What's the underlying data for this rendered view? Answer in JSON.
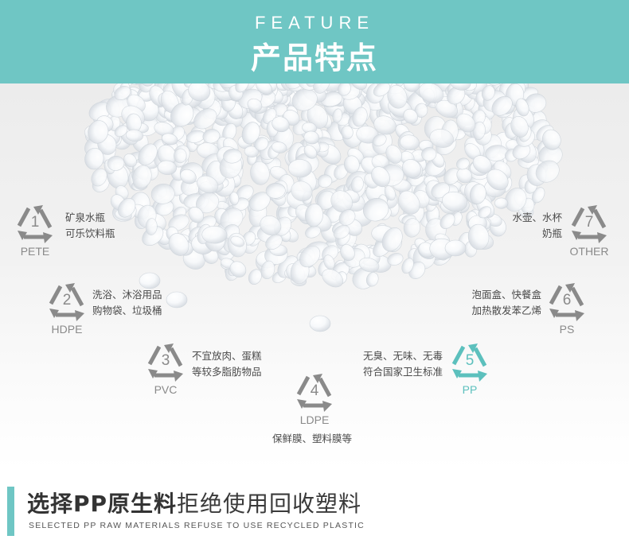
{
  "header": {
    "eyebrow": "FEATURE",
    "title": "产品特点",
    "band_color": "#6fc6c4"
  },
  "recycle_items": [
    {
      "number": "1",
      "code": "PETE",
      "lines": [
        "矿泉水瓶",
        "可乐饮料瓶"
      ],
      "active": false,
      "icon": "recycle-triangle-icon"
    },
    {
      "number": "2",
      "code": "HDPE",
      "lines": [
        "洗浴、沐浴用品",
        "购物袋、垃圾桶"
      ],
      "active": false,
      "icon": "recycle-triangle-icon"
    },
    {
      "number": "3",
      "code": "PVC",
      "lines": [
        "不宜放肉、蛋糕",
        "等较多脂肪物品"
      ],
      "active": false,
      "icon": "recycle-triangle-icon"
    },
    {
      "number": "4",
      "code": "LDPE",
      "lines": [
        "保鲜膜、塑料膜等"
      ],
      "active": false,
      "icon": "recycle-triangle-icon"
    },
    {
      "number": "5",
      "code": "PP",
      "lines": [
        "无臭、无味、无毒",
        "符合国家卫生标准"
      ],
      "active": true,
      "icon": "recycle-triangle-icon"
    },
    {
      "number": "6",
      "code": "PS",
      "lines": [
        "泡面盒、快餐盒",
        "加热散发苯乙烯"
      ],
      "active": false,
      "icon": "recycle-triangle-icon"
    },
    {
      "number": "7",
      "code": "OTHER",
      "lines": [
        "水壶、水杯",
        "奶瓶"
      ],
      "active": false,
      "icon": "recycle-triangle-icon"
    }
  ],
  "colors": {
    "accent": "#5cc0bd",
    "inactive": "#8a8a8a"
  },
  "footer": {
    "title_bold": "选择PP原生料",
    "title_thin": "拒绝使用回收塑料",
    "subtitle": "SELECTED PP RAW MATERIALS REFUSE TO USE RECYCLED PLASTIC"
  }
}
